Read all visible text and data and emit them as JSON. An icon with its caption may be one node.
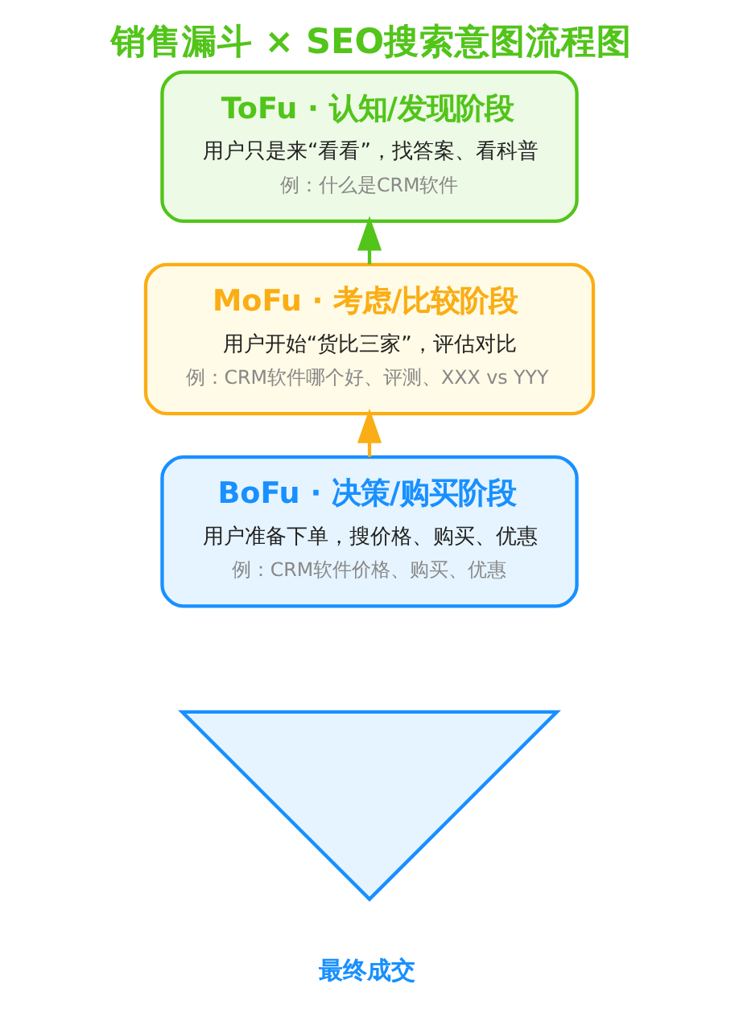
{
  "diagram": {
    "title": "销售漏斗 × SEO搜索意图流程图",
    "nodes": [
      {
        "text": [
          "ToFu · 认知/发现阶段",
          "用户只是来“看看”，找答案、看科普",
          "例：什么是CRM软件"
        ]
      },
      {
        "text": [
          "MoFu · 考虑/比较阶段",
          "用户开始“货比三家”，评估对比",
          "例：CRM软件哪个好、评测、XXX vs YYY"
        ]
      },
      {
        "text": [
          "BoFu · 决策/购买阶段",
          "用户准备下单，搜价格、购买、优惠",
          "例：CRM软件价格、购买、优惠"
        ]
      },
      {
        "text": [],
        "shape": "triangle",
        "beside": [
          "最终成交"
        ]
      }
    ],
    "edges": [
      {
        "from": 1,
        "to": 0,
        "arrow": "to",
        "color": "#52c41a"
      },
      {
        "from": 2,
        "to": 1,
        "arrow": "to",
        "color": "#faad14"
      }
    ]
  }
}
